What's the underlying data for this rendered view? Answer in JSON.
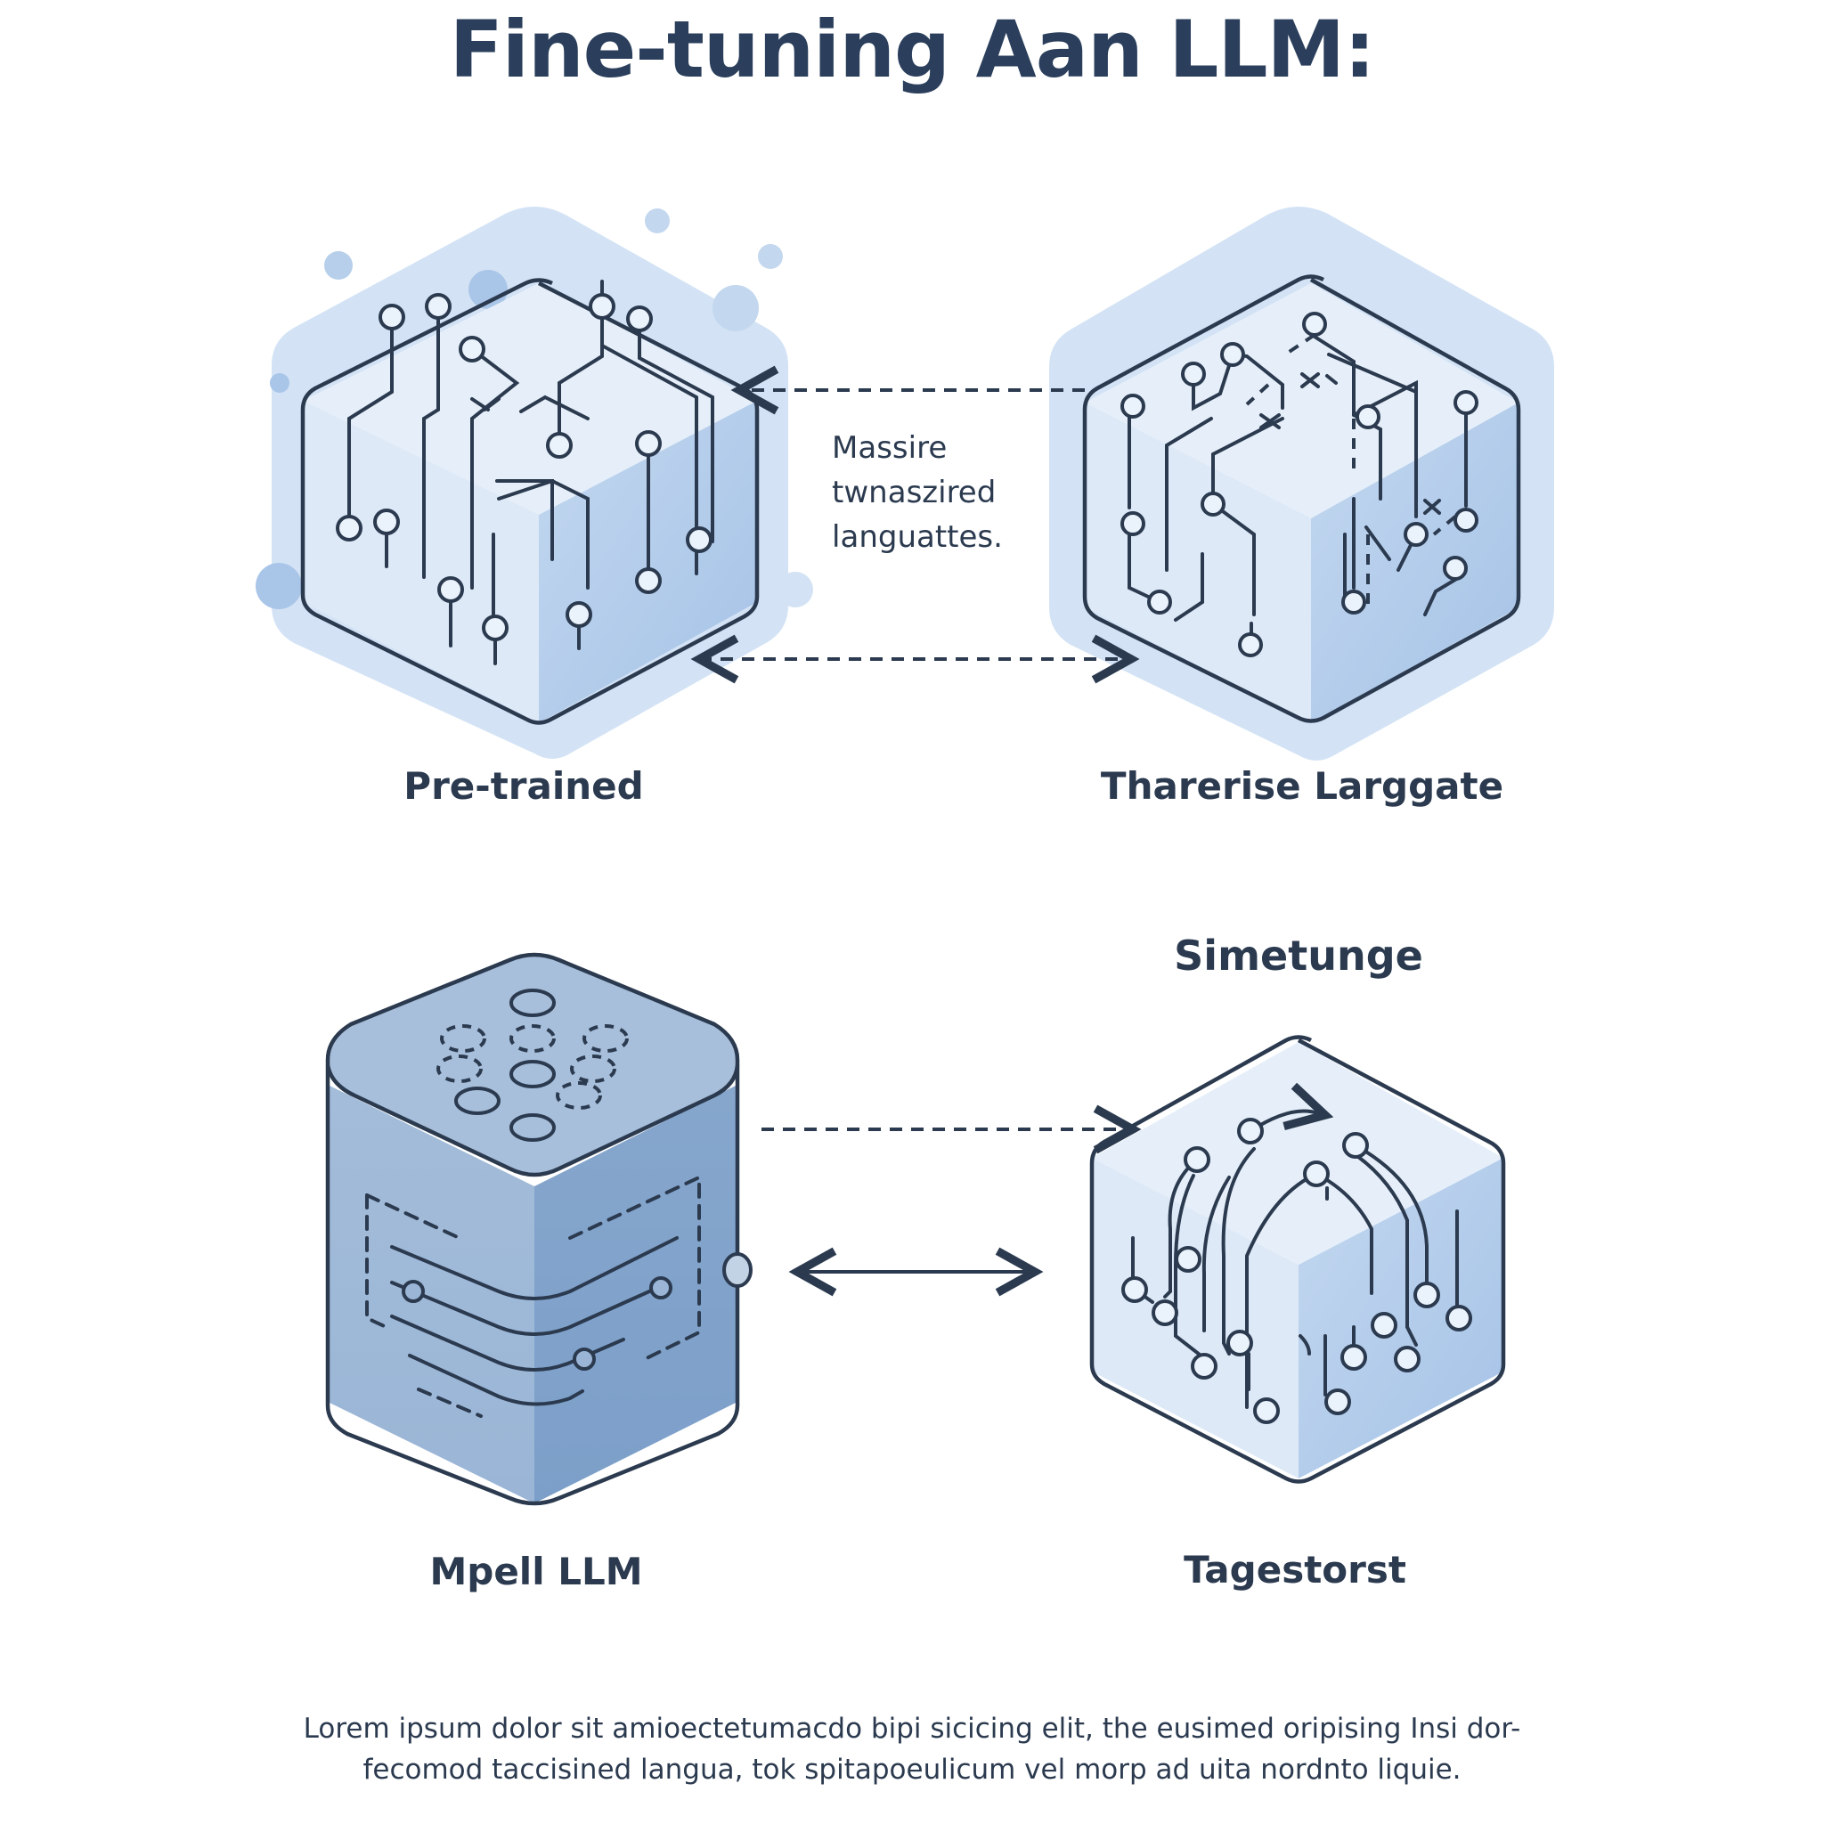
{
  "title": "Fine-tuning Aan LLM:",
  "labels": {
    "top_left": "Pre-trained",
    "top_right": "Tharerise Larggate",
    "bottom_left": "Mpell LLM",
    "bottom_right_heading": "Simetunge",
    "bottom_right": "Tagestorst"
  },
  "middle_note": {
    "line1": "Massire",
    "line2": "twnaszired",
    "line3": "languattes."
  },
  "footer": {
    "line1": "Lorem ipsum dolor sit amioectetumacdo bipi sicicing elit, the eusimed oripising Insi dor-",
    "line2": "fecomod taccisined langua, tok spitapoeulicum vel morp ad uita nordnto liquie."
  },
  "colors": {
    "outline": "#2b3a4f",
    "cube_light": "#dbe8f7",
    "cube_mid": "#b3cdeb",
    "glow": "#c8dcf2",
    "cylinder": "#8fadcf"
  }
}
